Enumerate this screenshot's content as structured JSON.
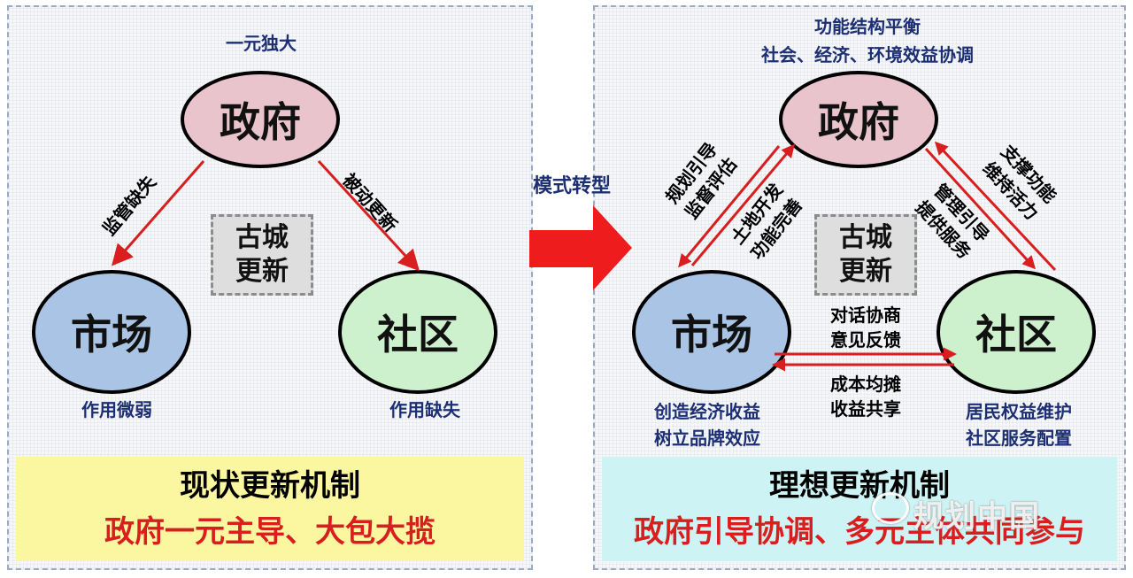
{
  "transition": {
    "label": "模式转型"
  },
  "left": {
    "top_note": "一元独大",
    "gov": "政府",
    "market": "市场",
    "community": "社区",
    "center": [
      "古城",
      "更新"
    ],
    "arrow_gov_market": "监管缺失",
    "arrow_gov_community": "被动更新",
    "market_note": "作用微弱",
    "community_note": "作用缺失",
    "title": "现状更新机制",
    "subtitle": "政府一元主导、大包大揽"
  },
  "right": {
    "top_note": [
      "功能结构平衡",
      "社会、经济、环境效益协调"
    ],
    "gov": "政府",
    "market": "市场",
    "community": "社区",
    "center": [
      "古城",
      "更新"
    ],
    "gov_to_market": [
      "规划引导",
      "监督评估"
    ],
    "market_to_gov": [
      "土地开发",
      "功能完善"
    ],
    "community_to_gov": [
      "支撑功能",
      "维持活力"
    ],
    "gov_to_community": [
      "管理引导",
      "提供服务"
    ],
    "market_community_top": [
      "对话协商",
      "意见反馈"
    ],
    "market_community_bottom": [
      "成本均摊",
      "收益共享"
    ],
    "market_note": [
      "创造经济收益",
      "树立品牌效应"
    ],
    "community_note": [
      "居民权益维护",
      "社区服务配置"
    ],
    "title": "理想更新机制",
    "subtitle": "政府引导协调、多元主体共同参与"
  },
  "watermark": "规划中国",
  "colors": {
    "arrow": "#d81e1e",
    "note": "#1d2f73",
    "gov": "#e9c4cc",
    "market": "#a9c4e4",
    "community": "#cdf0cd"
  }
}
